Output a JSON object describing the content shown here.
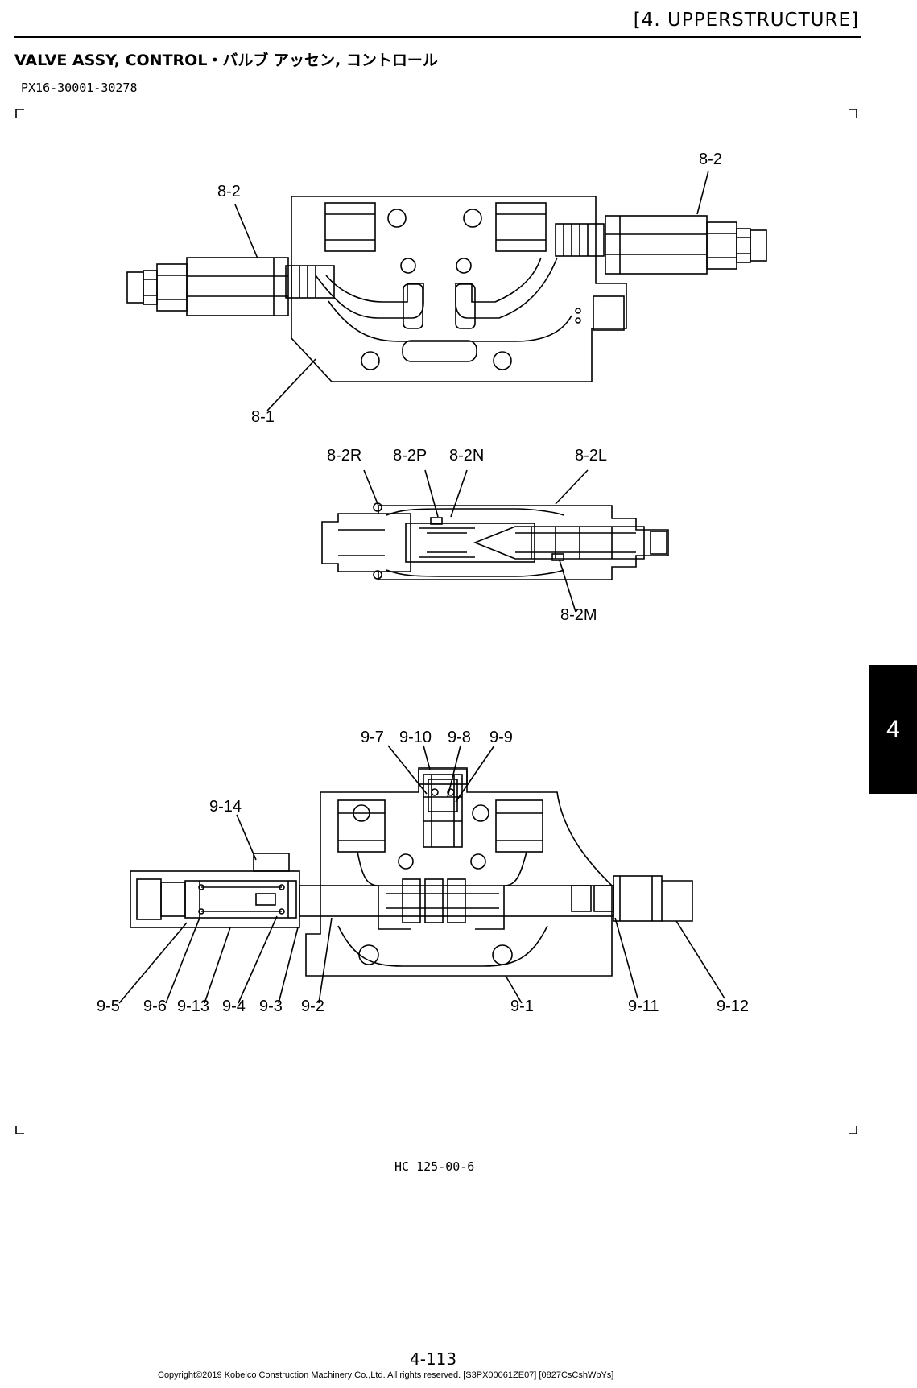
{
  "header": {
    "section": "[4.  UPPERSTRUCTURE]",
    "title": "VALVE ASSY, CONTROL・バルブ アッセン, コントロール",
    "serial_range": "PX16-30001-30278"
  },
  "side_tab": {
    "label": "4"
  },
  "figure1": {
    "labels": {
      "right_cartridge": "8-2",
      "left_cartridge": "8-2",
      "body": "8-1"
    }
  },
  "figure2": {
    "labels": {
      "r": "8-2R",
      "p": "8-2P",
      "n": "8-2N",
      "l": "8-2L",
      "m": "8-2M"
    }
  },
  "figure3": {
    "labels": {
      "p7": "9-7",
      "p10": "9-10",
      "p8": "9-8",
      "p9": "9-9",
      "p14": "9-14",
      "p5": "9-5",
      "p6": "9-6",
      "p13": "9-13",
      "p4": "9-4",
      "p3": "9-3",
      "p2": "9-2",
      "p1": "9-1",
      "p11": "9-11",
      "p12": "9-12"
    }
  },
  "footer": {
    "drawing_ref": "HC 125-00-6",
    "page_number": "4-113",
    "copyright": "Copyright©2019 Kobelco Construction Machinery Co.,Ltd. All rights reserved. [S3PX00061ZE07] [0827CsCshWbYs]"
  }
}
